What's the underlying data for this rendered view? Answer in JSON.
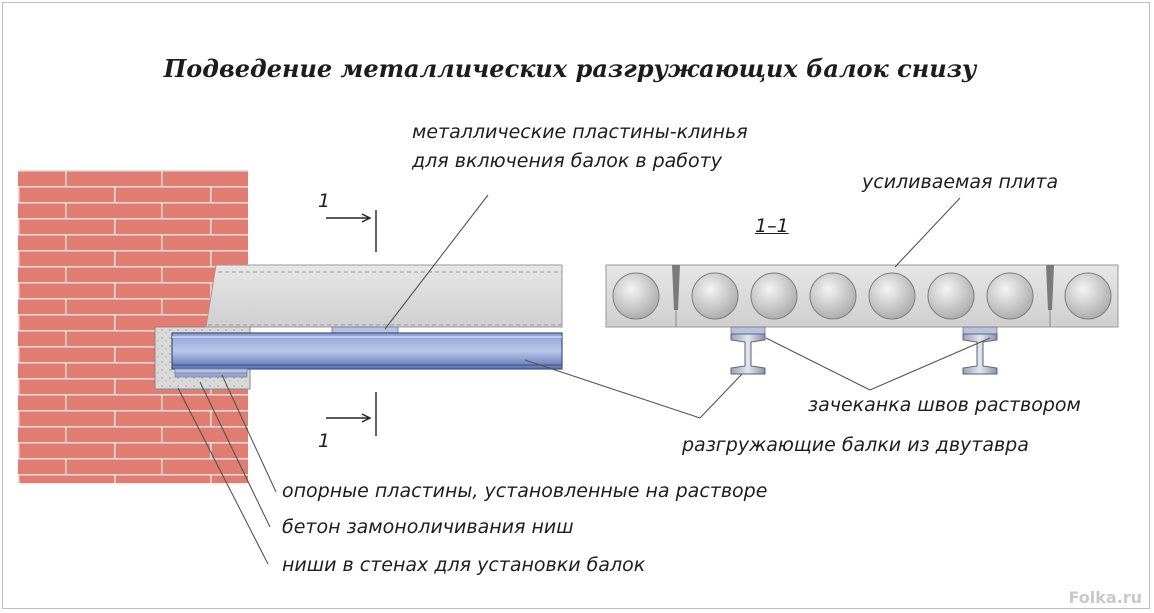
{
  "title": "Подведение металлических разгружающих балок снизу",
  "section_mark": "1",
  "section_title": "1–1",
  "labels": {
    "wedge_plates_line1": "металлические пластины-клинья",
    "wedge_plates_line2": "для включения балок в работу",
    "reinforced_slab": "усиливаемая плита",
    "joint_caulking": "зачеканка швов раствором",
    "relief_beams": "разгружающие балки из двутавра",
    "support_plates": "опорные пластины, установленные на растворе",
    "niche_concrete": "бетон замоноличивания ниш",
    "wall_niches": "ниши в стенах для установки балок"
  },
  "watermark": "Folka.ru",
  "colors": {
    "brick": "#e07c72",
    "mortar": "#f1d6d1",
    "concrete": "#dcdcdc",
    "steel": "#6f86c4",
    "line": "#555555"
  }
}
